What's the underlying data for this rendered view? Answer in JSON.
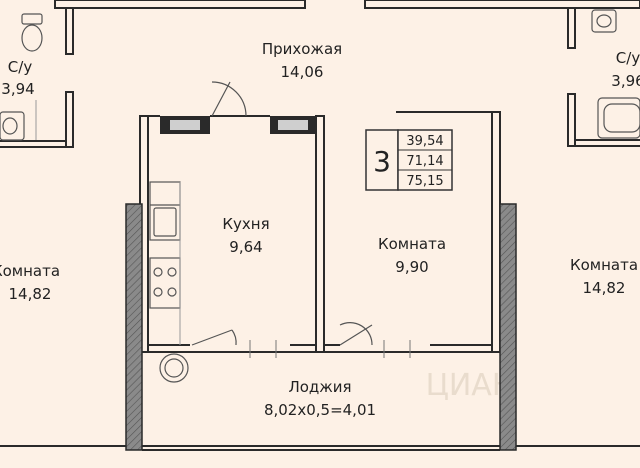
{
  "apartment": {
    "rooms_count": "3",
    "areas": [
      "39,54",
      "71,14",
      "75,15"
    ]
  },
  "rooms": {
    "hall": {
      "name": "Прихожая",
      "area": "14,06"
    },
    "bath_left": {
      "name": "С/у",
      "area": "3,94"
    },
    "bath_right": {
      "name": "С/у",
      "area": "3,96"
    },
    "kitchen": {
      "name": "Кухня",
      "area": "9,64"
    },
    "room_center": {
      "name": "Комната",
      "area": "9,90"
    },
    "room_left": {
      "name": "Комната",
      "area": "14,82"
    },
    "room_right": {
      "name": "Комната",
      "area": "14,82"
    },
    "loggia": {
      "name": "Лоджия",
      "area": "8,02x0,5=4,01"
    }
  },
  "watermark": "ЦИАН",
  "colors": {
    "floor": "#fdf1e6",
    "wall": "#2a2a2a",
    "wall_fill": "#8a8a8a",
    "line": "#333333"
  }
}
